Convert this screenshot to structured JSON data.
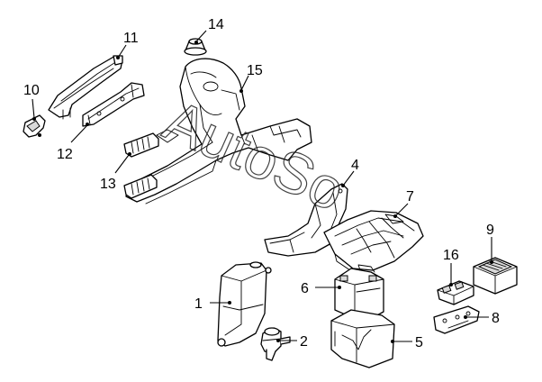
{
  "diagram": {
    "watermark": "AutoSo",
    "callouts": [
      {
        "id": "1",
        "label": "1"
      },
      {
        "id": "2",
        "label": "2"
      },
      {
        "id": "4",
        "label": "4"
      },
      {
        "id": "5",
        "label": "5"
      },
      {
        "id": "6",
        "label": "6"
      },
      {
        "id": "7",
        "label": "7"
      },
      {
        "id": "8",
        "label": "8"
      },
      {
        "id": "9",
        "label": "9"
      },
      {
        "id": "10",
        "label": "10"
      },
      {
        "id": "11",
        "label": "11"
      },
      {
        "id": "12",
        "label": "12"
      },
      {
        "id": "13",
        "label": "13"
      },
      {
        "id": "14",
        "label": "14"
      },
      {
        "id": "15",
        "label": "15"
      },
      {
        "id": "16",
        "label": "16"
      }
    ]
  }
}
